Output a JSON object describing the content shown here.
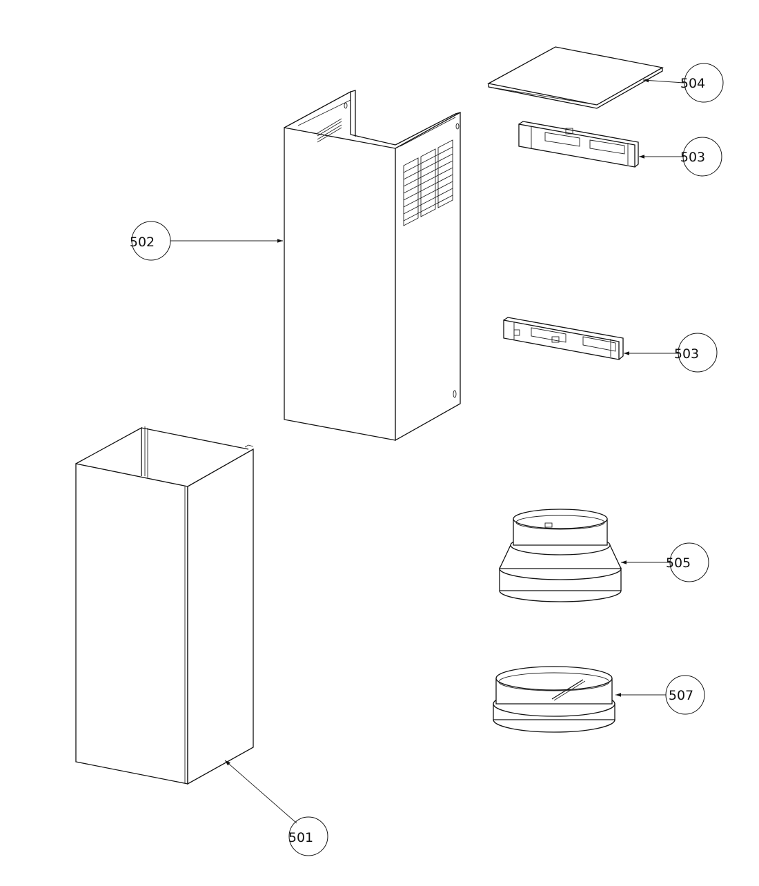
{
  "callouts": [
    {
      "id": "501",
      "label": "501"
    },
    {
      "id": "502",
      "label": "502"
    },
    {
      "id": "503a",
      "label": "503"
    },
    {
      "id": "503b",
      "label": "503"
    },
    {
      "id": "504",
      "label": "504"
    },
    {
      "id": "505",
      "label": "505"
    },
    {
      "id": "507",
      "label": "507"
    }
  ]
}
